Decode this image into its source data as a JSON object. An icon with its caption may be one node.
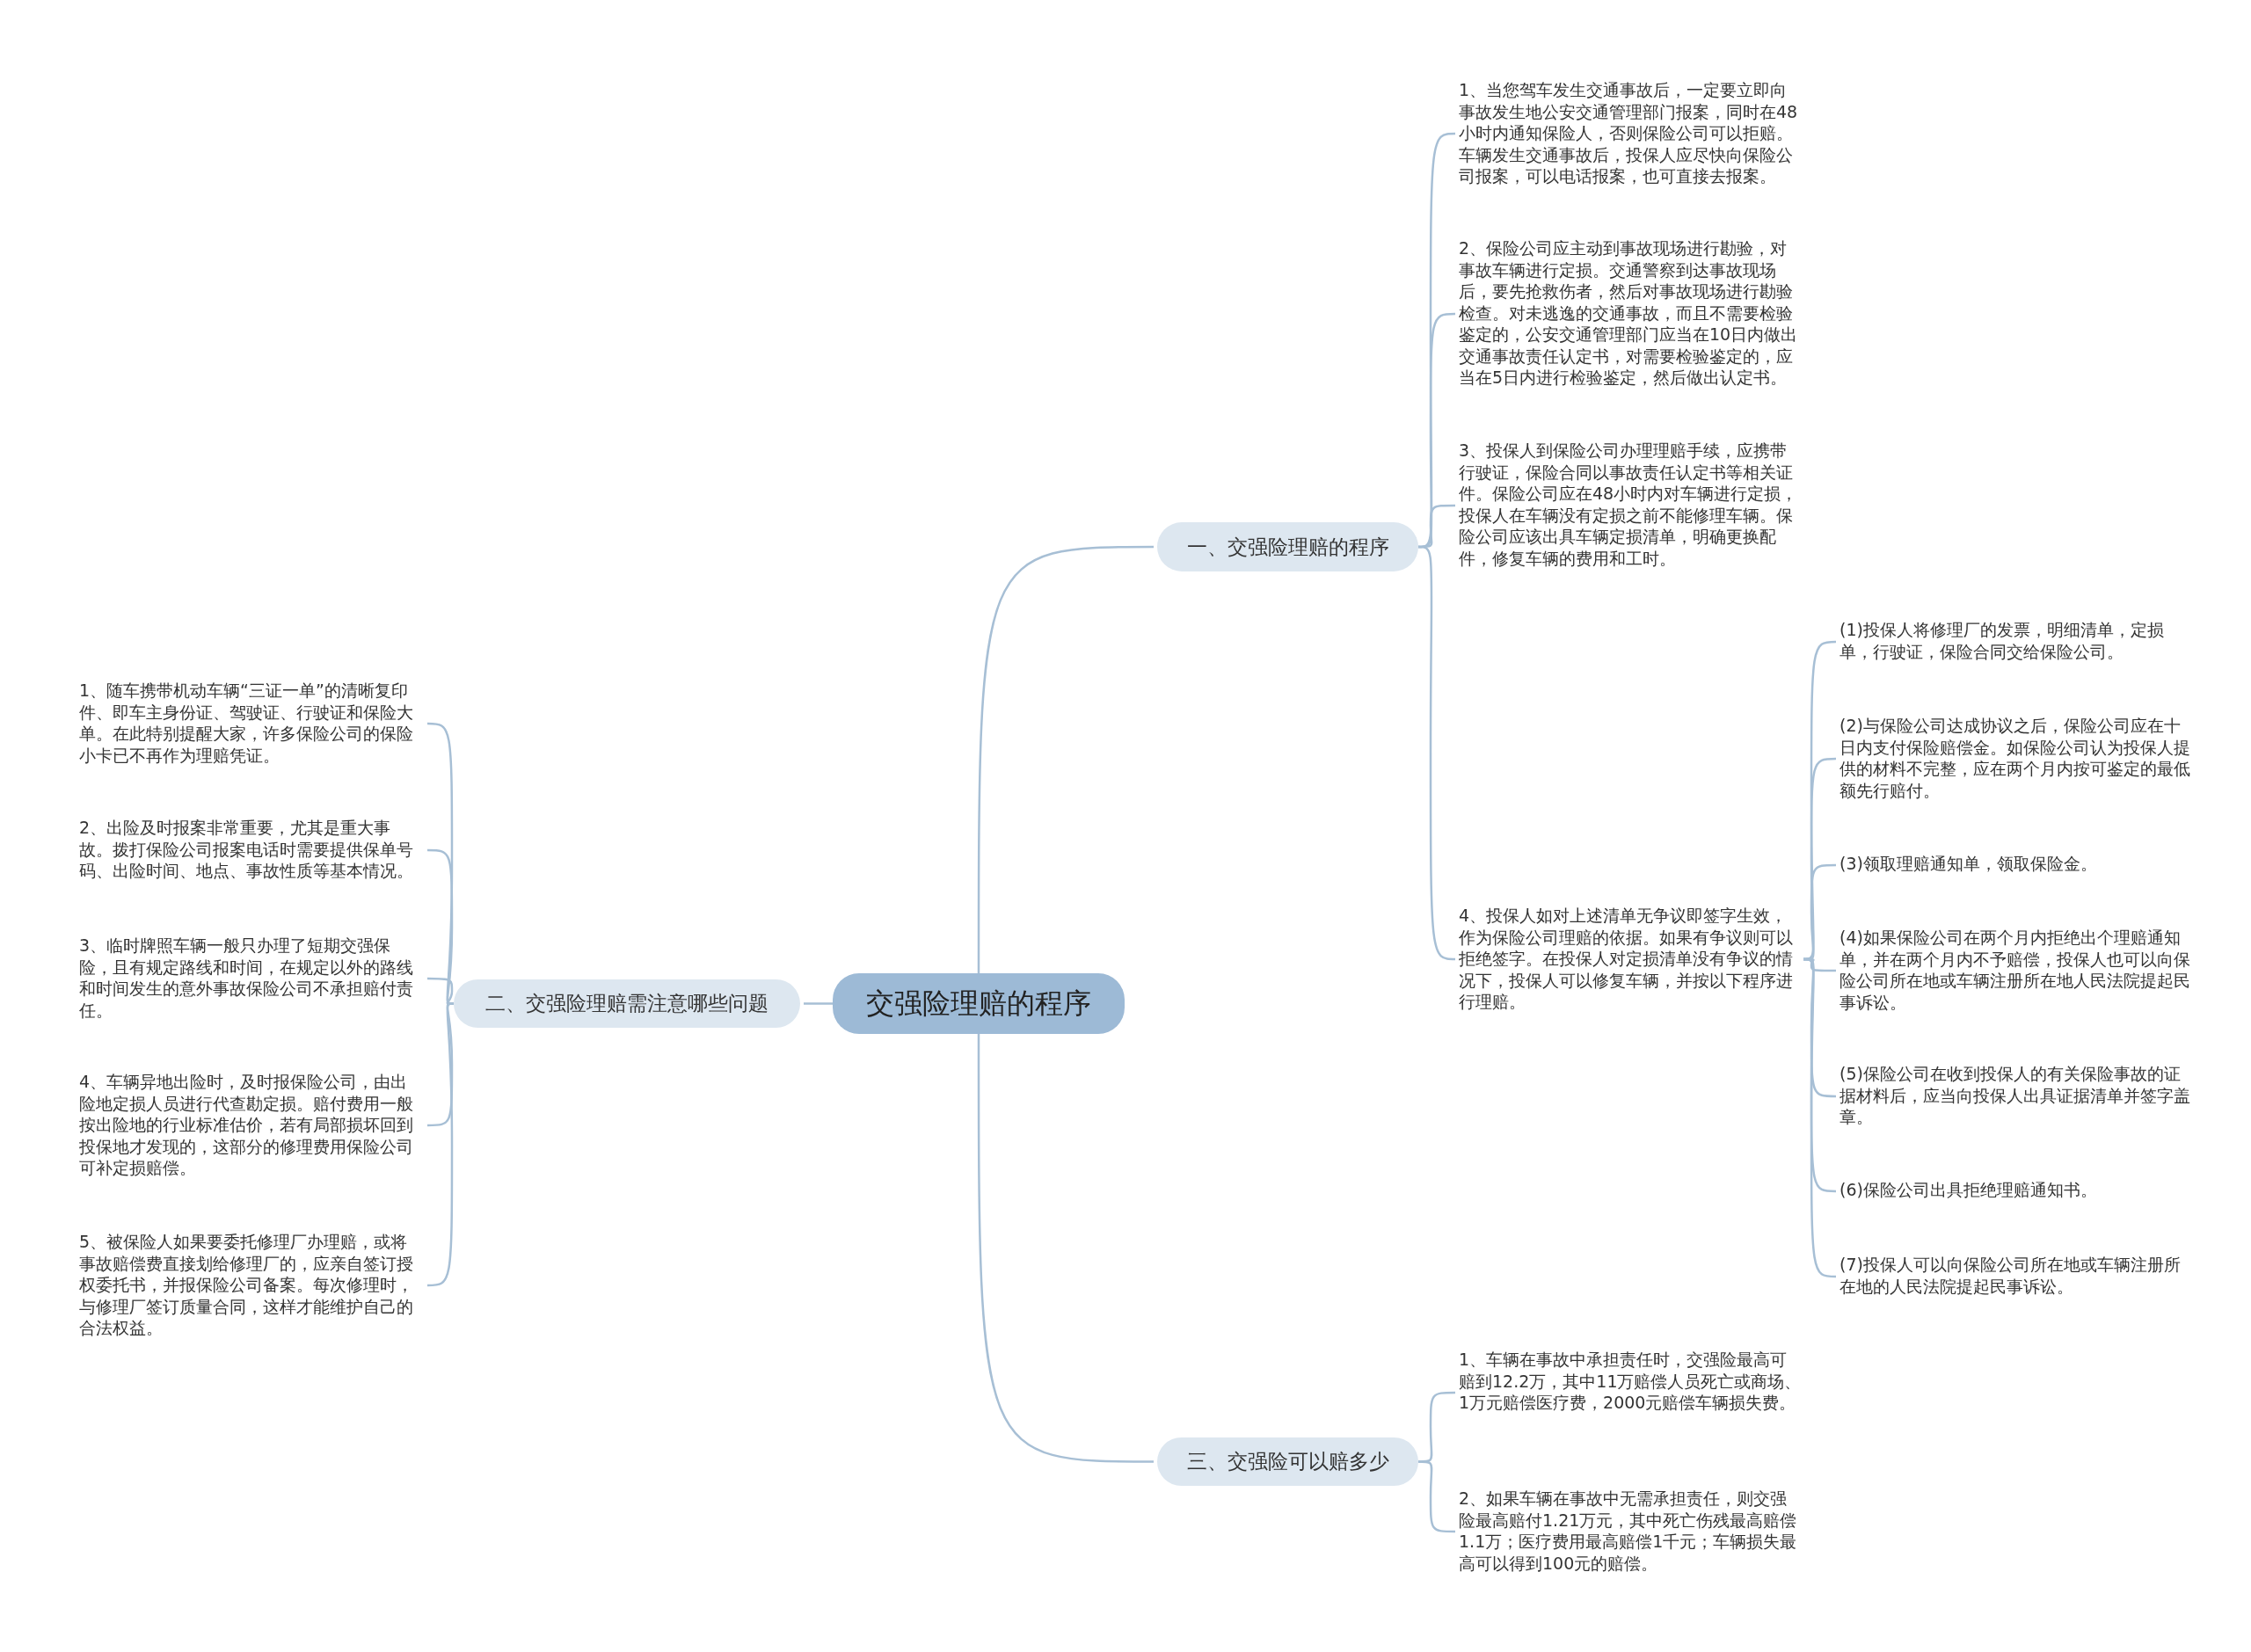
{
  "diagram": {
    "nodes": [
      {
        "text": [
          "交强险理赔的程序"
        ]
      },
      {
        "text": [
          "一、交强险理赔的程序"
        ]
      },
      {
        "text": [
          "1、当您驾车发生交通事故后，一定要立即向事故发生地公安交通管理部门报案，同时在48小时内通知保险人，否则保险公司可以拒赔。车辆发生交通事故后，投保人应尽快向保险公司报案，可以电话报案，也可直接去报案。"
        ]
      },
      {
        "text": [
          "2、保险公司应主动到事故现场进行勘验，对事故车辆进行定损。交通警察到达事故现场后，要先抢救伤者，然后对事故现场进行勘验检查。对未逃逸的交通事故，而且不需要检验鉴定的，公安交通管理部门应当在10日内做出交通事故责任认定书，对需要检验鉴定的，应当在5日内进行检验鉴定，然后做出认定书。"
        ]
      },
      {
        "text": [
          "3、投保人到保险公司办理理赔手续，应携带行驶证，保险合同以事故责任认定书等相关证件。保险公司应在48小时内对车辆进行定损，投保人在车辆没有定损之前不能修理车辆。保险公司应该出具车辆定损清单，明确更换配件，修复车辆的费用和工时。"
        ]
      },
      {
        "text": [
          "4、投保人如对上述清单无争议即签字生效，作为保险公司理赔的依据。如果有争议则可以拒绝签字。在投保人对定损清单没有争议的情况下，投保人可以修复车辆，并按以下程序进行理赔。"
        ]
      },
      {
        "text": [
          "(1)投保人将修理厂的发票，明细清单，定损单，行驶证，保险合同交给保险公司。"
        ]
      },
      {
        "text": [
          "(2)与保险公司达成协议之后，保险公司应在十日内支付保险赔偿金。如保险公司认为投保人提供的材料不完整，应在两个月内按可鉴定的最低额先行赔付。"
        ]
      },
      {
        "text": [
          "(3)领取理赔通知单，领取保险金。"
        ]
      },
      {
        "text": [
          "(4)如果保险公司在两个月内拒绝出个理赔通知单，并在两个月内不予赔偿，投保人也可以向保险公司所在地或车辆注册所在地人民法院提起民事诉讼。"
        ]
      },
      {
        "text": [
          "(5)保险公司在收到投保人的有关保险事故的证据材料后，应当向投保人出具证据清单并签字盖章。"
        ]
      },
      {
        "text": [
          "(6)保险公司出具拒绝理赔通知书。"
        ]
      },
      {
        "text": [
          "(7)投保人可以向保险公司所在地或车辆注册所在地的人民法院提起民事诉讼。"
        ]
      },
      {
        "text": [
          "二、交强险理赔需注意哪些问题"
        ]
      },
      {
        "text": [
          "1、随车携带机动车辆“三证一单”的清晰复印件、即车主身份证、驾驶证、行驶证和保险大单。在此特别提醒大家，许多保险公司的保险小卡已不再作为理赔凭证。"
        ]
      },
      {
        "text": [
          "2、出险及时报案非常重要，尤其是重大事故。拨打保险公司报案电话时需要提供保单号码、出险时间、地点、事故性质等基本情况。"
        ]
      },
      {
        "text": [
          "3、临时牌照车辆一般只办理了短期交强保险，且有规定路线和时间，在规定以外的路线和时间发生的意外事故保险公司不承担赔付责任。"
        ]
      },
      {
        "text": [
          "4、车辆异地出险时，及时报保险公司，由出险地定损人员进行代查勘定损。赔付费用一般按出险地的行业标准估价，若有局部损坏回到投保地才发现的，这部分的修理费用保险公司可补定损赔偿。"
        ]
      },
      {
        "text": [
          "5、被保险人如果要委托修理厂办理赔，或将事故赔偿费直接划给修理厂的，应亲自签订授权委托书，并报保险公司备案。每次修理时，与修理厂签订质量合同，这样才能维护自己的合法权益。"
        ]
      },
      {
        "text": [
          "三、交强险可以赔多少"
        ]
      },
      {
        "text": [
          "1、车辆在事故中承担责任时，交强险最高可赔到12.2万，其中11万赔偿人员死亡或商场、1万元赔偿医疗费，2000元赔偿车辆损失费。"
        ]
      },
      {
        "text": [
          "2、如果车辆在事故中无需承担责任，则交强险最高赔付1.21万元，其中死亡伤残最高赔偿1.1万；医疗费用最高赔偿1千元；车辆损失最高可以得到100元的赔偿。"
        ]
      }
    ],
    "edges": [
      {
        "from": 0,
        "to": 1,
        "arrow": "none"
      },
      {
        "from": 0,
        "to": 13,
        "arrow": "none"
      },
      {
        "from": 0,
        "to": 19,
        "arrow": "none"
      },
      {
        "from": 1,
        "to": 2,
        "arrow": "none"
      },
      {
        "from": 1,
        "to": 3,
        "arrow": "none"
      },
      {
        "from": 1,
        "to": 4,
        "arrow": "none"
      },
      {
        "from": 1,
        "to": 5,
        "arrow": "none"
      },
      {
        "from": 5,
        "to": 6,
        "arrow": "none"
      },
      {
        "from": 5,
        "to": 7,
        "arrow": "none"
      },
      {
        "from": 5,
        "to": 8,
        "arrow": "none"
      },
      {
        "from": 5,
        "to": 9,
        "arrow": "none"
      },
      {
        "from": 5,
        "to": 10,
        "arrow": "none"
      },
      {
        "from": 5,
        "to": 11,
        "arrow": "none"
      },
      {
        "from": 5,
        "to": 12,
        "arrow": "none"
      },
      {
        "from": 13,
        "to": 14,
        "arrow": "none"
      },
      {
        "from": 13,
        "to": 15,
        "arrow": "none"
      },
      {
        "from": 13,
        "to": 16,
        "arrow": "none"
      },
      {
        "from": 13,
        "to": 17,
        "arrow": "none"
      },
      {
        "from": 13,
        "to": 18,
        "arrow": "none"
      },
      {
        "from": 19,
        "to": 20,
        "arrow": "none"
      },
      {
        "from": 19,
        "to": 21,
        "arrow": "none"
      }
    ]
  }
}
